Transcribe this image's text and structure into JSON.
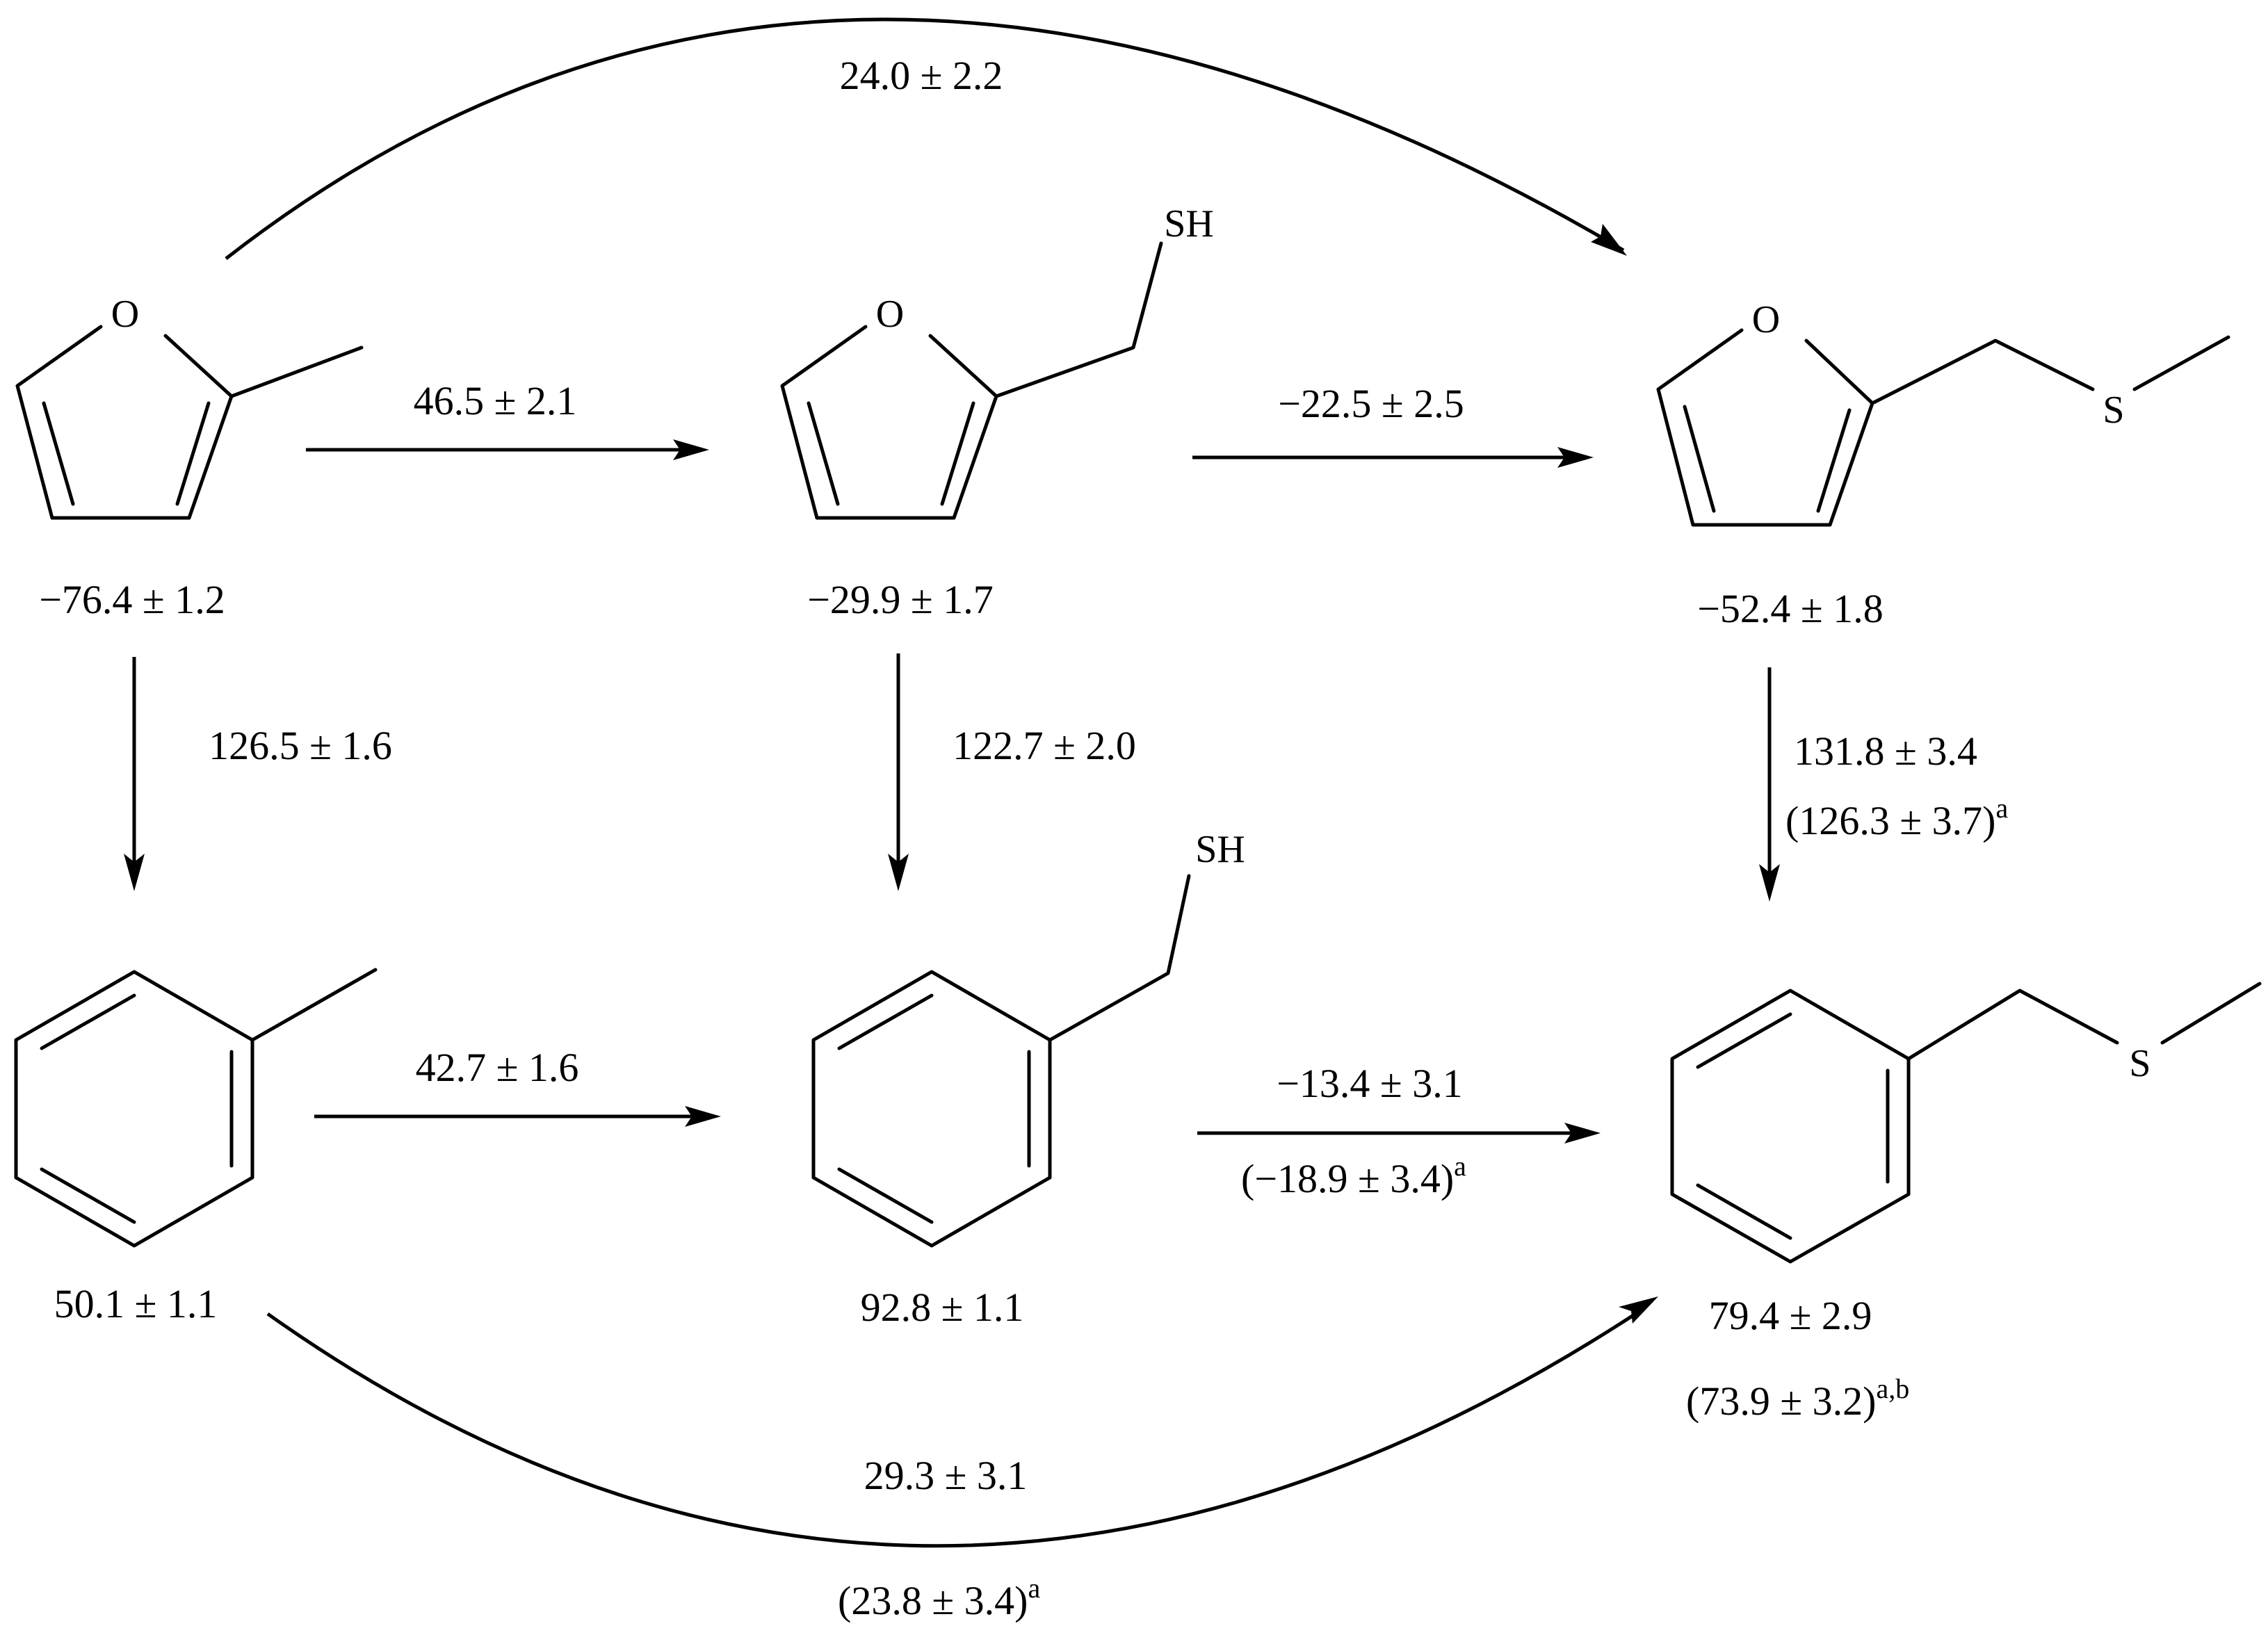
{
  "compounds": {
    "methylfuran": {
      "enthalpy": "−76.4 ± 1.2",
      "atoms": {
        "o": "O"
      }
    },
    "furfurylthiol": {
      "enthalpy": "−29.9 ± 1.7",
      "atoms": {
        "o": "O",
        "sh": "SH"
      }
    },
    "furfuryl_methyl_sulfide": {
      "enthalpy": "−52.4 ± 1.8",
      "atoms": {
        "o": "O",
        "s": "S"
      }
    },
    "toluene": {
      "enthalpy": "50.1 ± 1.1"
    },
    "benzylthiol": {
      "enthalpy": "92.8 ± 1.1",
      "atoms": {
        "sh": "SH"
      }
    },
    "benzyl_methyl_sulfide": {
      "enthalpy": "79.4 ± 2.9",
      "alt_enthalpy": "(73.9 ± 3.2)",
      "alt_sup": "a,b",
      "atoms": {
        "s": "S"
      }
    }
  },
  "reactions": {
    "methylfuran_to_furfurylthiol": {
      "value": "46.5 ± 2.1"
    },
    "furfurylthiol_to_sulfide": {
      "value": "−22.5 ± 2.5"
    },
    "methylfuran_to_sulfide": {
      "value": "24.0 ± 2.2"
    },
    "methylfuran_to_toluene": {
      "value": "126.5 ± 1.6"
    },
    "furfurylthiol_to_benzylthiol": {
      "value": "122.7 ± 2.0"
    },
    "furan_sulfide_to_benzyl_sulfide": {
      "value": "131.8 ± 3.4",
      "alt": "(126.3 ± 3.7)",
      "alt_sup": "a"
    },
    "toluene_to_benzylthiol": {
      "value": "42.7 ± 1.6"
    },
    "benzylthiol_to_sulfide": {
      "value": "−13.4 ± 3.1",
      "alt": "(−18.9 ± 3.4)",
      "alt_sup": "a"
    },
    "toluene_to_sulfide": {
      "value": "29.3 ± 3.1",
      "alt": "(23.8 ± 3.4)",
      "alt_sup": "a"
    }
  }
}
